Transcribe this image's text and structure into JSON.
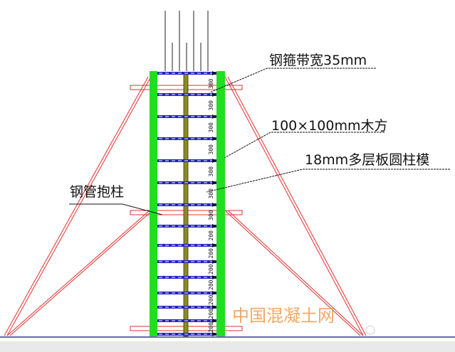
{
  "diagram": {
    "labels": {
      "steel_hoop": "钢箍带宽35mm",
      "timber": "100×100mm木方",
      "plywood": "18mm多层板圆柱模",
      "steel_pipe": "钢管抱柱"
    },
    "dimension_labels": [
      "300",
      "300",
      "300",
      "300",
      "300",
      "300",
      "300",
      "200",
      "200",
      "200",
      "200",
      "200",
      "200",
      "200",
      "200"
    ],
    "watermark": "中国混凝土网",
    "colors": {
      "formwork": "#22dd22",
      "timber": "#7a7a1a",
      "batten": "#2222bb",
      "steel_pipe": "#e03030",
      "ground": "#3333aa",
      "rebar": "#222222",
      "watermark": "#f29a4c"
    }
  }
}
